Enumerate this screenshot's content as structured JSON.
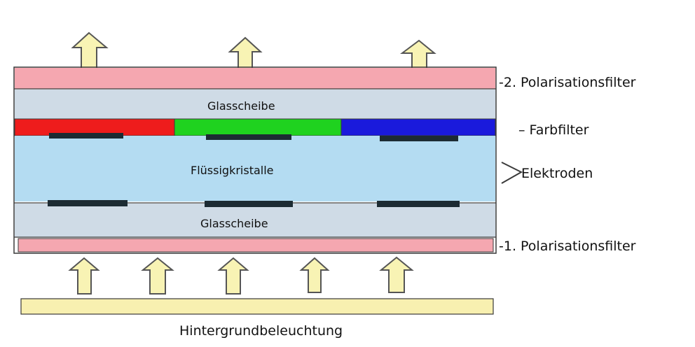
{
  "labels": {
    "polarizer_top": "-2. Polarisationsfilter",
    "glass_top": "Glasscheibe",
    "color_filter": "– Farbfilter",
    "liquid_crystal": "Flüssigkristalle",
    "electrodes": "Elektroden",
    "glass_bottom": "Glasscheibe",
    "polarizer_bottom": "-1. Polarisationsfilter",
    "backlight": "Hintergrundbeleuchtung"
  },
  "colors": {
    "polarizer": "#f5a7b0",
    "glass": "#cfdbe6",
    "liquid_crystal": "#b4dcf2",
    "filter_red": "#ee1c1c",
    "filter_green": "#1fd21f",
    "filter_blue": "#1a1adc",
    "electrode": "#1c2b33",
    "arrow_fill": "#f8f3b4",
    "arrow_stroke": "#555555",
    "backlight": "#f8f0b0",
    "outline": "#3a3a3a"
  },
  "icons": {
    "light_arrow": "up-arrow-icon",
    "electrode_bracket": "angle-bracket-icon"
  }
}
